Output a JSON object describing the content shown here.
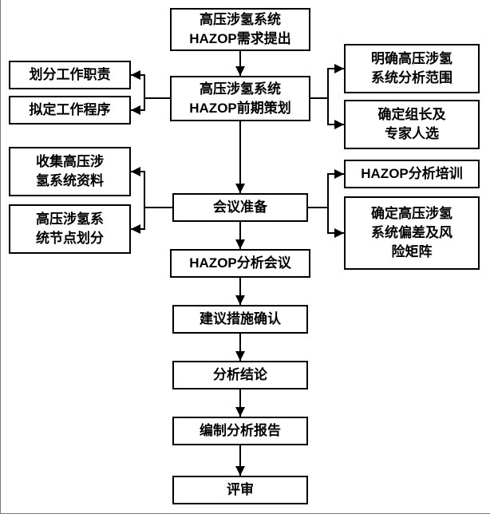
{
  "diagram": {
    "nodes": {
      "demand": {
        "label": "高压涉氢系统\nHAZOP需求提出"
      },
      "planning": {
        "label": "高压涉氢系统\nHAZOP前期策划"
      },
      "duty": {
        "label": "划分工作职责"
      },
      "procedure": {
        "label": "拟定工作程序"
      },
      "scope": {
        "label": "明确高压涉氢\n系统分析范围"
      },
      "leader": {
        "label": "确定组长及\n专家人选"
      },
      "collect": {
        "label": "收集高压涉\n氢系统资料"
      },
      "node_division": {
        "label": "高压涉氢系\n统节点划分"
      },
      "meeting_prep": {
        "label": "会议准备"
      },
      "training": {
        "label": "HAZOP分析培训"
      },
      "risk_matrix": {
        "label": "确定高压涉氢\n系统偏差及风\n险矩阵"
      },
      "meeting": {
        "label": "HAZOP分析会议"
      },
      "measures": {
        "label": "建议措施确认"
      },
      "conclusion": {
        "label": "分析结论"
      },
      "report": {
        "label": "编制分析报告"
      },
      "review": {
        "label": "评审"
      }
    }
  }
}
